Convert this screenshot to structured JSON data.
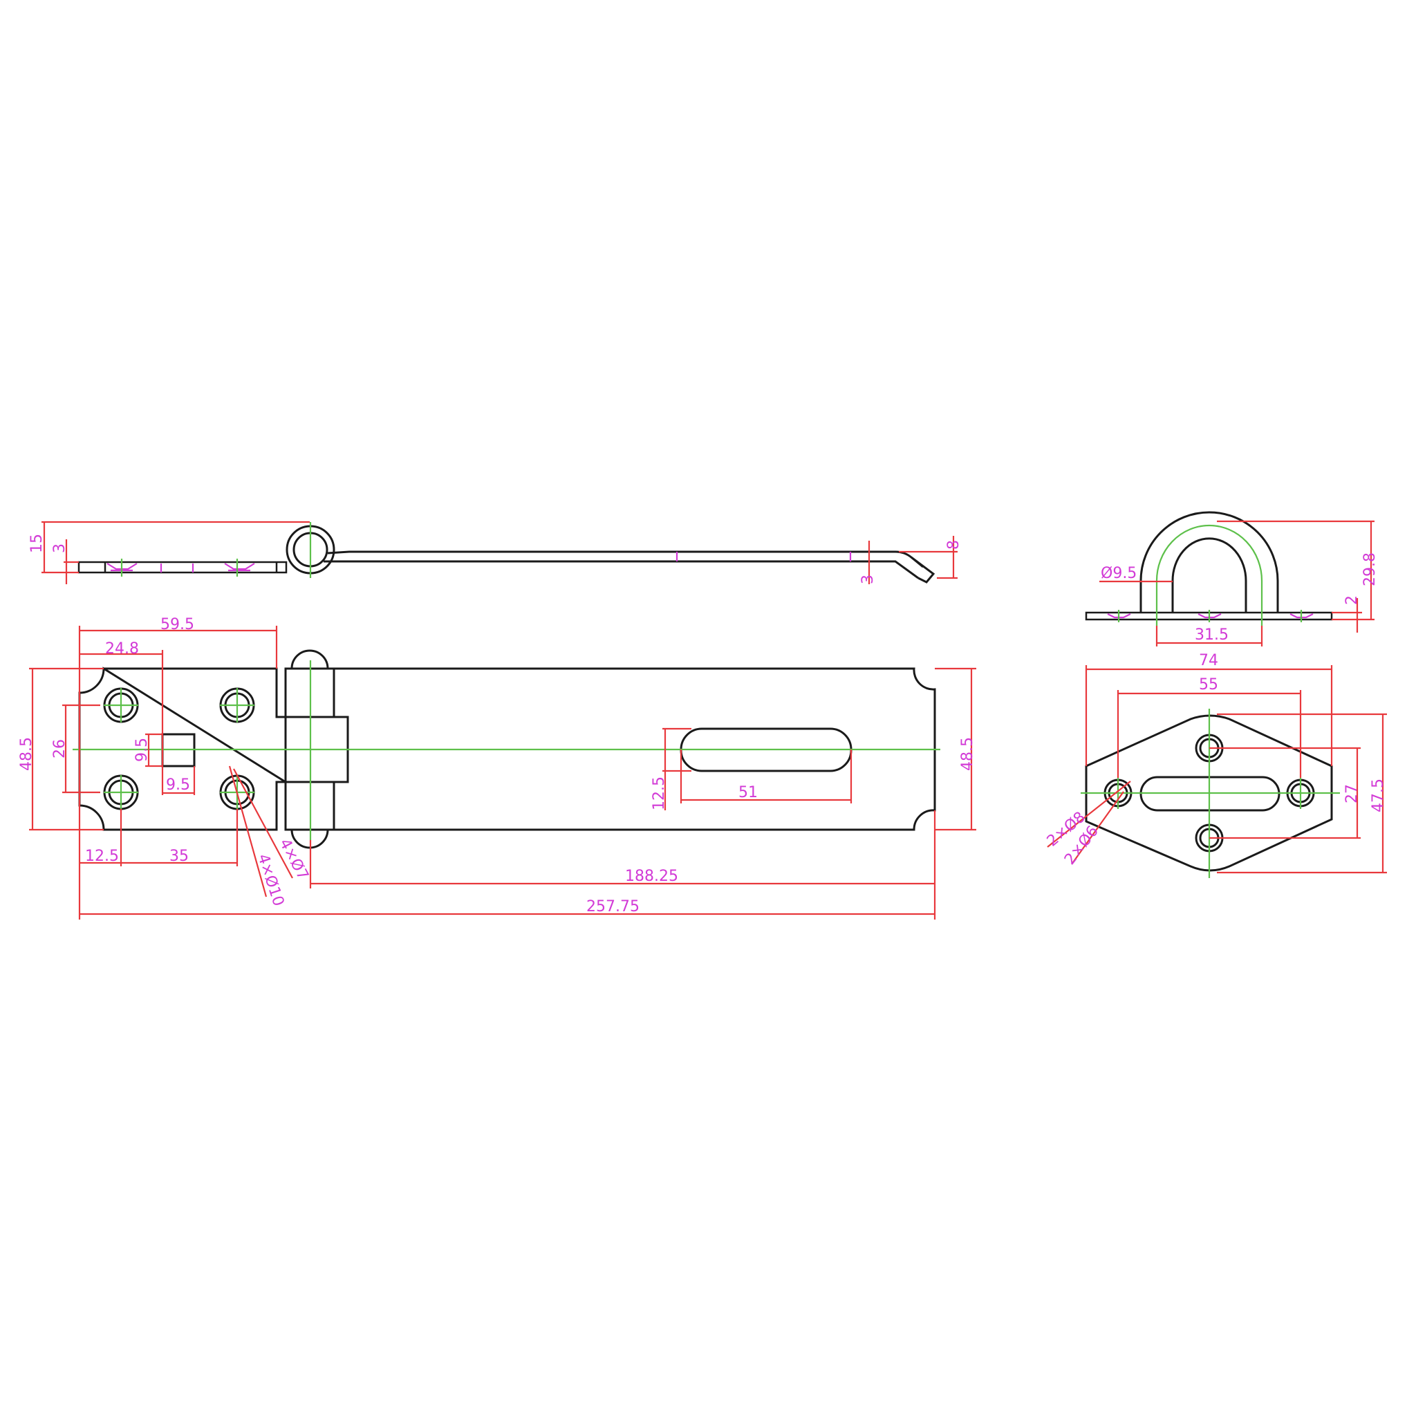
{
  "drawing": {
    "title": "Hasp and staple technical drawing",
    "units": "mm",
    "colors": {
      "outline": "#1a1a1a",
      "dimension": "#e8383c",
      "centerline": "#5dc04a",
      "label": "#d23ad6",
      "background": "#ffffff"
    }
  },
  "hasp_side_view": {
    "dims": {
      "overall_height": "15",
      "plate_thickness": "3",
      "tip_thickness": "3",
      "tip_offset": "8"
    }
  },
  "hasp_top_view": {
    "dims": {
      "hinge_plate_length": "59.5",
      "staple_slot_offset": "24.8",
      "width_left": "48.5",
      "width_right": "48.5",
      "hole_spacing_vertical": "26",
      "square_hole_height": "9.5",
      "square_hole_width": "9.5",
      "edge_to_hole": "12.5",
      "hole_spacing_horizontal": "35",
      "countersink_outer": "4×Ø10",
      "countersink_inner": "4×Ø7",
      "slot_width": "12.5",
      "slot_length": "51",
      "hinge_to_end": "188.25",
      "overall_length": "257.75"
    }
  },
  "staple_side_view": {
    "dims": {
      "loop_diameter": "Ø9.5",
      "loop_span": "31.5",
      "overall_height": "29.8",
      "base_thickness": "2"
    }
  },
  "staple_top_view": {
    "dims": {
      "overall_width": "74",
      "hole_spacing_horizontal": "55",
      "hole_spacing_vertical": "27",
      "overall_height": "47.5",
      "countersink_outer": "2×Ø8",
      "countersink_inner": "2×Ø6"
    }
  }
}
